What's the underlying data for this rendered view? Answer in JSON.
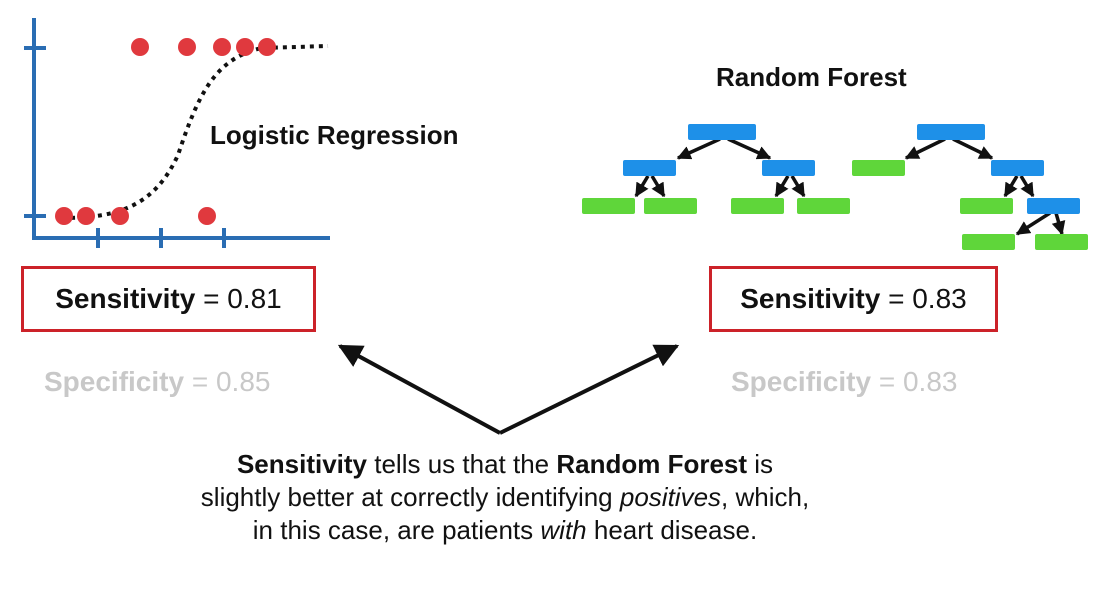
{
  "logistic": {
    "title": "Logistic Regression",
    "sensitivity_label": "Sensitivity",
    "sensitivity_value": "= 0.81",
    "specificity_label": "Specificity",
    "specificity_value": "= 0.85"
  },
  "forest": {
    "title": "Random Forest",
    "sensitivity_label": "Sensitivity",
    "sensitivity_value": "= 0.83",
    "specificity_label": "Specificity",
    "specificity_value": "= 0.83"
  },
  "caption": {
    "s1": "Sensitivity",
    "s2": " tells us that the ",
    "s3": "Random Forest",
    "s4": " is slightly better at correctly identifying ",
    "s5": "positives",
    "s6": ", which, in this case, are patients ",
    "s7": "with",
    "s8": " heart disease."
  },
  "colors": {
    "axis": "#2a6db3",
    "point": "#e0393e",
    "box_border": "#cc2229",
    "node_internal": "#1e90e8",
    "node_leaf": "#5fd63a",
    "faded_text": "#c8c8c8"
  }
}
